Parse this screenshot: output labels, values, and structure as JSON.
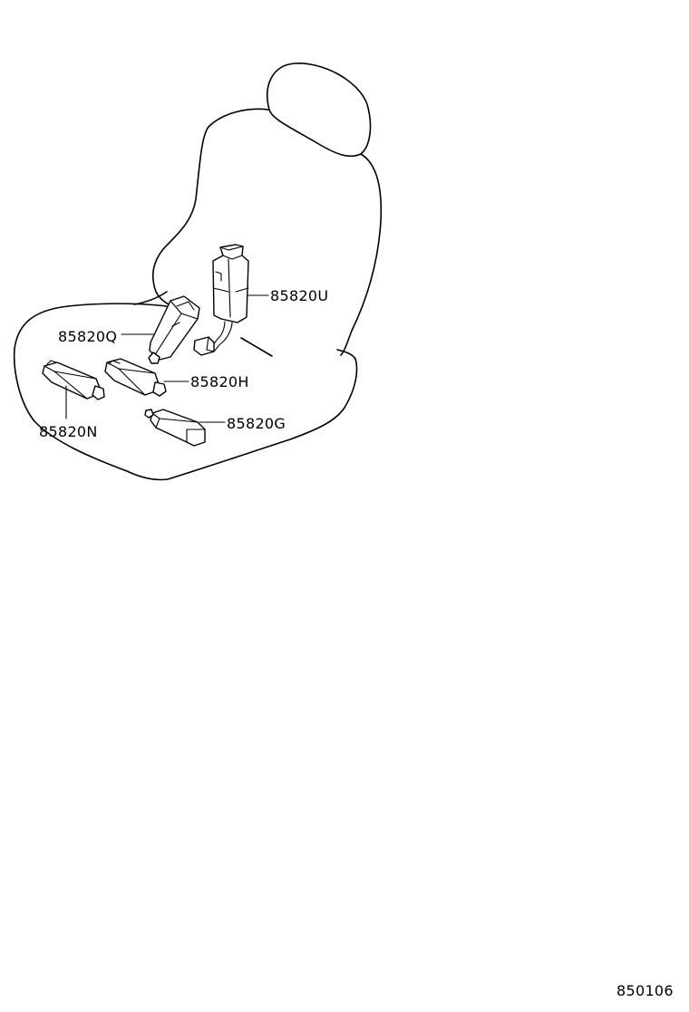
{
  "diagram": {
    "parts": {
      "switch_u": "85820U",
      "switch_q": "85820Q",
      "switch_h": "85820H",
      "switch_g": "85820G",
      "switch_n": "85820N"
    },
    "figure_number": "850106"
  }
}
